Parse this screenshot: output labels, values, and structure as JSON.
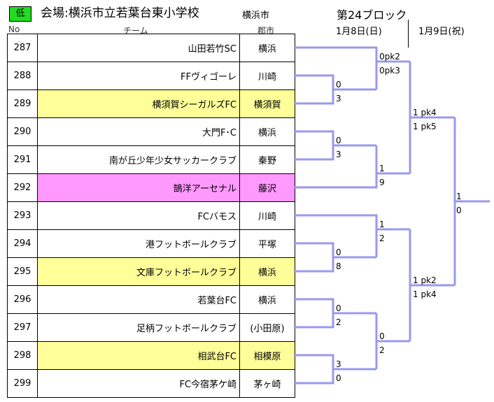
{
  "header": {
    "badge": "低",
    "venue": "会場:横浜市立若葉台東小学校",
    "city": "横浜市",
    "block": "第24ブロック",
    "date1": "1月8日(日)",
    "date2": "1月9日(祝)"
  },
  "columns": {
    "no": "No",
    "team": "チーム",
    "city": "郡市"
  },
  "teams": [
    {
      "no": "287",
      "name": "山田若竹SC",
      "city": "横浜",
      "highlight": ""
    },
    {
      "no": "288",
      "name": "FFヴィゴーレ",
      "city": "川崎",
      "highlight": ""
    },
    {
      "no": "289",
      "name": "横須賀シーガルズFC",
      "city": "横須賀",
      "highlight": "yellow"
    },
    {
      "no": "290",
      "name": "大門F･C",
      "city": "横浜",
      "highlight": ""
    },
    {
      "no": "291",
      "name": "南が丘少年少女サッカークラブ",
      "city": "秦野",
      "highlight": ""
    },
    {
      "no": "292",
      "name": "鵠洋アーセナル",
      "city": "藤沢",
      "highlight": "pink"
    },
    {
      "no": "293",
      "name": "FCバモス",
      "city": "川崎",
      "highlight": ""
    },
    {
      "no": "294",
      "name": "港フットボールクラブ",
      "city": "平塚",
      "highlight": ""
    },
    {
      "no": "295",
      "name": "文庫フットボールクラブ",
      "city": "横浜",
      "highlight": "yellow"
    },
    {
      "no": "296",
      "name": "若葉台FC",
      "city": "横浜",
      "highlight": ""
    },
    {
      "no": "297",
      "name": "足柄フットボールクラブ",
      "city": "(小田原)",
      "highlight": ""
    },
    {
      "no": "298",
      "name": "相武台FC",
      "city": "相模原",
      "highlight": "yellow"
    },
    {
      "no": "299",
      "name": "FC今宿茅ケ崎",
      "city": "茅ヶ崎",
      "highlight": ""
    }
  ],
  "scores": {
    "m1_top": "0",
    "m1_bot": "3",
    "m2_top": "0pk2",
    "m2_bot": "0pk3",
    "m3_top": "0",
    "m3_bot": "3",
    "m4_top": "1",
    "m4_bot": "9",
    "m5_top": "1 pk4",
    "m5_bot": "1 pk5",
    "m6_top": "0",
    "m6_bot": "8",
    "m7_top": "1",
    "m7_bot": "2",
    "m8_top": "0",
    "m8_bot": "2",
    "m9_top": "3",
    "m9_bot": "0",
    "m10_top": "0",
    "m10_bot": "2",
    "m11_top": "1 pk2",
    "m11_bot": "1 pk4",
    "final_top": "1",
    "final_bot": "0"
  },
  "colors": {
    "bracket_line": "#9999ee",
    "yellow": "#ffff99",
    "pink": "#ff99ff",
    "badge": "#22dd22"
  }
}
